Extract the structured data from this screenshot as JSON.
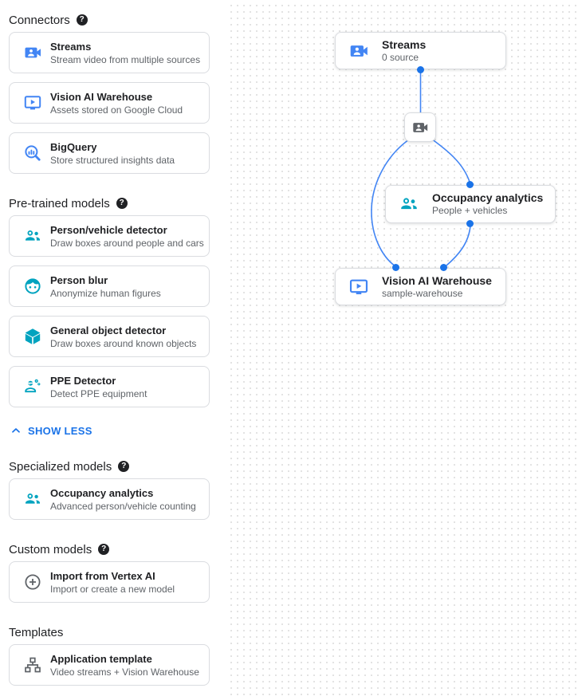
{
  "colors": {
    "accent_blue": "#1a73e8",
    "icon_blue": "#4285f4",
    "icon_teal": "#00a3bf",
    "icon_gray": "#5f6368",
    "edge_blue": "#4285f4",
    "card_border": "#dadce0",
    "text_primary": "#202124",
    "text_secondary": "#5f6368",
    "grid_dot": "#e3e3e3"
  },
  "icons": {
    "help_glyph": "?"
  },
  "sidebar": {
    "show_less_label": "SHOW LESS",
    "sections": [
      {
        "heading": "Connectors",
        "has_help": true,
        "cards": [
          {
            "icon": "video-camera-icon",
            "title": "Streams",
            "subtitle": "Stream video from multiple sources"
          },
          {
            "icon": "smart-display-icon",
            "title": "Vision AI Warehouse",
            "subtitle": "Assets stored on Google Cloud"
          },
          {
            "icon": "bigquery-icon",
            "title": "BigQuery",
            "subtitle": "Store structured insights data"
          }
        ]
      },
      {
        "heading": "Pre-trained models",
        "has_help": true,
        "cards": [
          {
            "icon": "people-icon",
            "title": "Person/vehicle detector",
            "subtitle": "Draw boxes around people and cars"
          },
          {
            "icon": "face-icon",
            "title": "Person blur",
            "subtitle": "Anonymize human figures"
          },
          {
            "icon": "cube-icon",
            "title": "General object detector",
            "subtitle": "Draw boxes around known objects"
          },
          {
            "icon": "ppe-icon",
            "title": "PPE Detector",
            "subtitle": "Detect PPE equipment"
          }
        ]
      },
      {
        "heading": "Specialized models",
        "has_help": true,
        "cards": [
          {
            "icon": "people-icon",
            "title": "Occupancy analytics",
            "subtitle": "Advanced person/vehicle counting"
          }
        ]
      },
      {
        "heading": "Custom models",
        "has_help": true,
        "cards": [
          {
            "icon": "plus-circle-icon",
            "title": "Import from Vertex AI",
            "subtitle": "Import or create a new model"
          }
        ]
      },
      {
        "heading": "Templates",
        "has_help": false,
        "cards": [
          {
            "icon": "flow-tree-icon",
            "title": "Application template",
            "subtitle": "Video streams + Vision Warehouse"
          }
        ]
      }
    ]
  },
  "canvas": {
    "nodes": {
      "streams": {
        "title": "Streams",
        "subtitle": "0 source"
      },
      "occupancy": {
        "title": "Occupancy analytics",
        "subtitle": "People + vehicles"
      },
      "warehouse": {
        "title": "Vision AI Warehouse",
        "subtitle": "sample-warehouse"
      }
    }
  }
}
